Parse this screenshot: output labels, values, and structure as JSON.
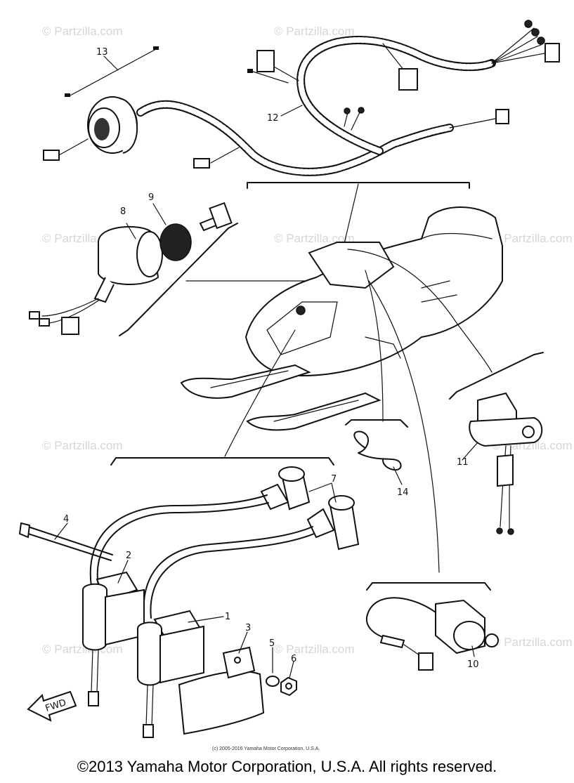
{
  "watermark": {
    "text": "© Partzilla.com"
  },
  "callouts": {
    "c1": "1",
    "c2": "2",
    "c3": "3",
    "c4": "4",
    "c5": "5",
    "c6": "6",
    "c7": "7",
    "c8": "8",
    "c9": "9",
    "c10": "10",
    "c11": "11",
    "c12": "12",
    "c13": "13",
    "c14": "14"
  },
  "fwd_label": "FWD",
  "small_credit": "(c) 2005-2016 Yamaha Motor Corporation, U.S.A.",
  "footer": "©2013 Yamaha Motor Corporation, U.S.A. All rights reserved."
}
